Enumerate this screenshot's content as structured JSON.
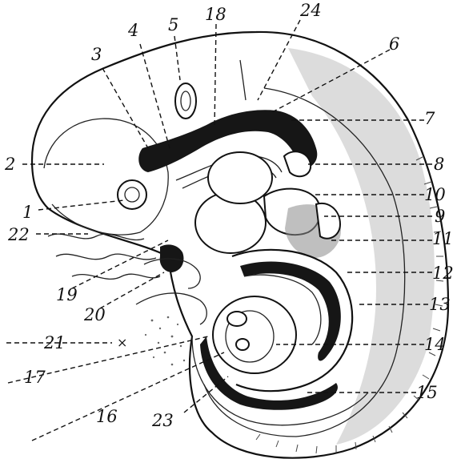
{
  "labels": [
    {
      "id": "l1",
      "text": "1"
    },
    {
      "id": "l2",
      "text": "2"
    },
    {
      "id": "l3",
      "text": "3"
    },
    {
      "id": "l4",
      "text": "4"
    },
    {
      "id": "l5",
      "text": "5"
    },
    {
      "id": "l6",
      "text": "6"
    },
    {
      "id": "l7",
      "text": "7"
    },
    {
      "id": "l8",
      "text": "8"
    },
    {
      "id": "l9",
      "text": "9"
    },
    {
      "id": "l10",
      "text": "10"
    },
    {
      "id": "l11",
      "text": "11"
    },
    {
      "id": "l12",
      "text": "12"
    },
    {
      "id": "l13",
      "text": "13"
    },
    {
      "id": "l14",
      "text": "14"
    },
    {
      "id": "l15",
      "text": "15"
    },
    {
      "id": "l16",
      "text": "16"
    },
    {
      "id": "l17",
      "text": "17"
    },
    {
      "id": "l18",
      "text": "18"
    },
    {
      "id": "l19",
      "text": "19"
    },
    {
      "id": "l20",
      "text": "20"
    },
    {
      "id": "l21",
      "text": "21"
    },
    {
      "id": "l22",
      "text": "22"
    },
    {
      "id": "l23",
      "text": "23"
    },
    {
      "id": "l24",
      "text": "24"
    }
  ],
  "marker": "×"
}
